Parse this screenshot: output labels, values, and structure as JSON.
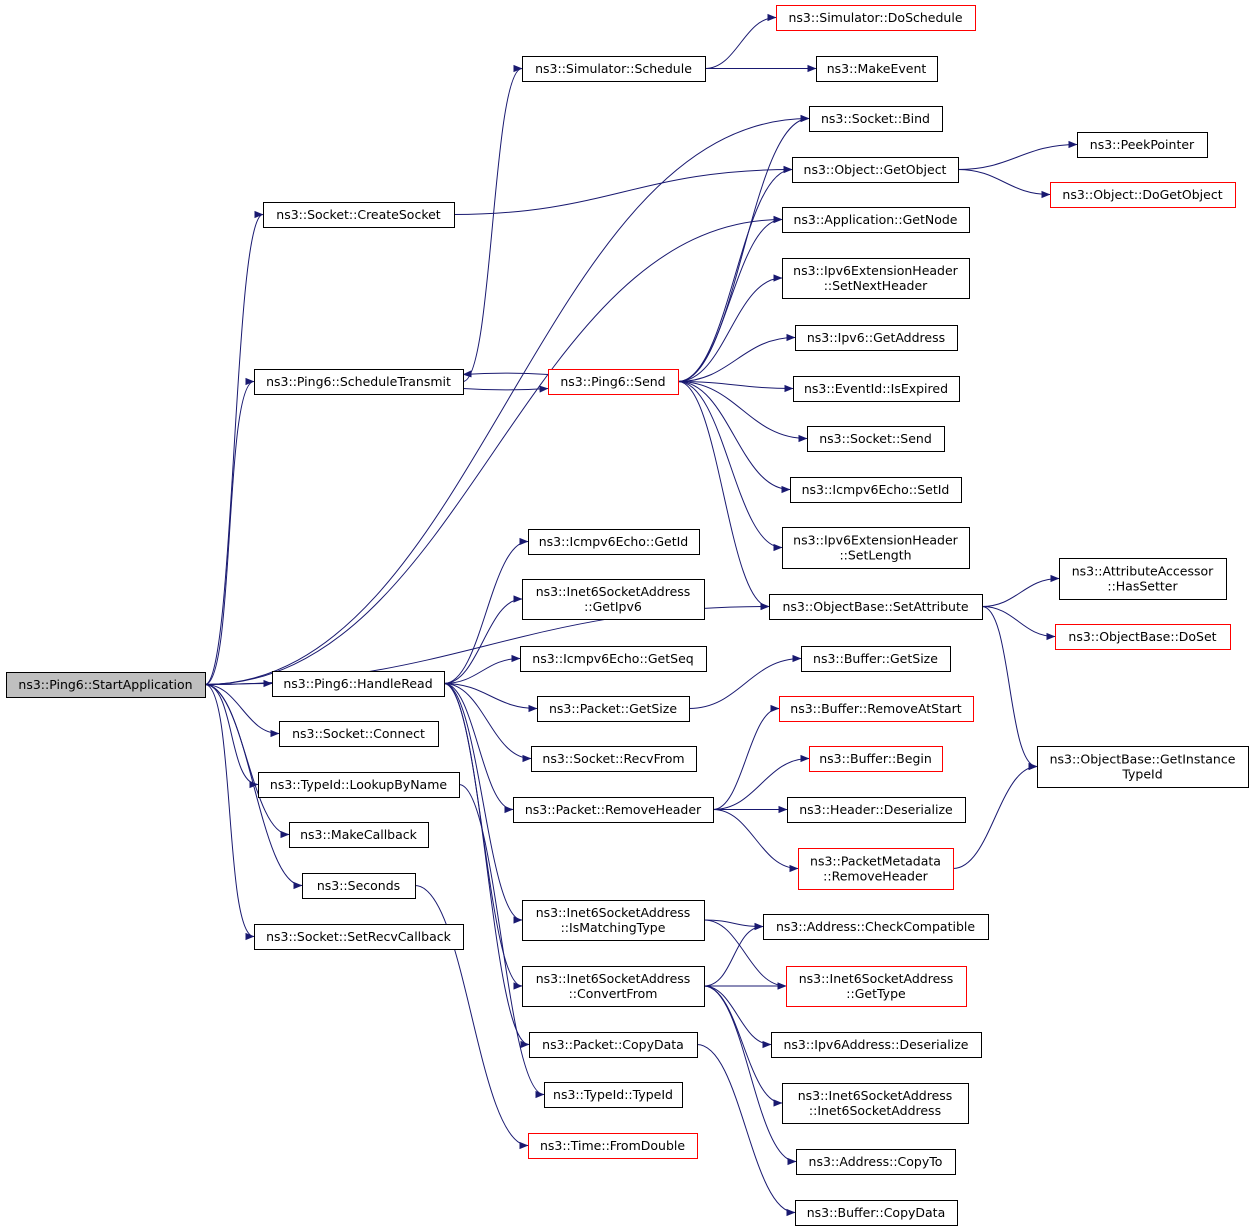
{
  "colors": {
    "edge": "#191970",
    "border_normal": "#000000",
    "border_truncated": "#ff0000",
    "fill_root": "#bfbfbf",
    "fill_node": "#ffffff"
  },
  "graph": {
    "root": "start_application",
    "nodes": [
      {
        "id": "start_application",
        "lines": [
          "ns3::Ping6::StartApplication"
        ],
        "style": "root"
      },
      {
        "id": "simulator_doschedule",
        "lines": [
          "ns3::Simulator::DoSchedule"
        ],
        "style": "truncated"
      },
      {
        "id": "simulator_schedule",
        "lines": [
          "ns3::Simulator::Schedule"
        ],
        "style": "normal"
      },
      {
        "id": "make_event",
        "lines": [
          "ns3::MakeEvent"
        ],
        "style": "normal"
      },
      {
        "id": "socket_bind",
        "lines": [
          "ns3::Socket::Bind"
        ],
        "style": "normal"
      },
      {
        "id": "peek_pointer",
        "lines": [
          "ns3::PeekPointer"
        ],
        "style": "normal"
      },
      {
        "id": "object_getobject",
        "lines": [
          "ns3::Object::GetObject"
        ],
        "style": "normal"
      },
      {
        "id": "object_dogetobject",
        "lines": [
          "ns3::Object::DoGetObject"
        ],
        "style": "truncated"
      },
      {
        "id": "socket_createsocket",
        "lines": [
          "ns3::Socket::CreateSocket"
        ],
        "style": "normal"
      },
      {
        "id": "application_getnode",
        "lines": [
          "ns3::Application::GetNode"
        ],
        "style": "normal"
      },
      {
        "id": "ipv6ext_setnextheader",
        "lines": [
          "ns3::Ipv6ExtensionHeader",
          "::SetNextHeader"
        ],
        "style": "normal"
      },
      {
        "id": "ipv6_getaddress",
        "lines": [
          "ns3::Ipv6::GetAddress"
        ],
        "style": "normal"
      },
      {
        "id": "ping6_scheduletransmit",
        "lines": [
          "ns3::Ping6::ScheduleTransmit"
        ],
        "style": "normal"
      },
      {
        "id": "ping6_send",
        "lines": [
          "ns3::Ping6::Send"
        ],
        "style": "truncated"
      },
      {
        "id": "eventid_isexpired",
        "lines": [
          "ns3::EventId::IsExpired"
        ],
        "style": "normal"
      },
      {
        "id": "socket_send",
        "lines": [
          "ns3::Socket::Send"
        ],
        "style": "normal"
      },
      {
        "id": "icmpv6echo_setid",
        "lines": [
          "ns3::Icmpv6Echo::SetId"
        ],
        "style": "normal"
      },
      {
        "id": "icmpv6echo_getid",
        "lines": [
          "ns3::Icmpv6Echo::GetId"
        ],
        "style": "normal"
      },
      {
        "id": "ipv6ext_setlength",
        "lines": [
          "ns3::Ipv6ExtensionHeader",
          "::SetLength"
        ],
        "style": "normal"
      },
      {
        "id": "attraccessor_hassetter",
        "lines": [
          "ns3::AttributeAccessor",
          "::HasSetter"
        ],
        "style": "normal"
      },
      {
        "id": "inet6_getipv6",
        "lines": [
          "ns3::Inet6SocketAddress",
          "::GetIpv6"
        ],
        "style": "normal"
      },
      {
        "id": "objectbase_setattribute",
        "lines": [
          "ns3::ObjectBase::SetAttribute"
        ],
        "style": "normal"
      },
      {
        "id": "objectbase_doset",
        "lines": [
          "ns3::ObjectBase::DoSet"
        ],
        "style": "truncated"
      },
      {
        "id": "icmpv6echo_getseq",
        "lines": [
          "ns3::Icmpv6Echo::GetSeq"
        ],
        "style": "normal"
      },
      {
        "id": "buffer_getsize",
        "lines": [
          "ns3::Buffer::GetSize"
        ],
        "style": "normal"
      },
      {
        "id": "ping6_handleread",
        "lines": [
          "ns3::Ping6::HandleRead"
        ],
        "style": "normal"
      },
      {
        "id": "packet_getsize",
        "lines": [
          "ns3::Packet::GetSize"
        ],
        "style": "normal"
      },
      {
        "id": "buffer_removeatstart",
        "lines": [
          "ns3::Buffer::RemoveAtStart"
        ],
        "style": "truncated"
      },
      {
        "id": "socket_connect",
        "lines": [
          "ns3::Socket::Connect"
        ],
        "style": "normal"
      },
      {
        "id": "socket_recvfrom",
        "lines": [
          "ns3::Socket::RecvFrom"
        ],
        "style": "normal"
      },
      {
        "id": "buffer_begin",
        "lines": [
          "ns3::Buffer::Begin"
        ],
        "style": "truncated"
      },
      {
        "id": "objectbase_getinstancetypeid",
        "lines": [
          "ns3::ObjectBase::GetInstance",
          "TypeId"
        ],
        "style": "normal"
      },
      {
        "id": "typeid_lookupbyname",
        "lines": [
          "ns3::TypeId::LookupByName"
        ],
        "style": "normal"
      },
      {
        "id": "packet_removeheader",
        "lines": [
          "ns3::Packet::RemoveHeader"
        ],
        "style": "normal"
      },
      {
        "id": "header_deserialize",
        "lines": [
          "ns3::Header::Deserialize"
        ],
        "style": "normal"
      },
      {
        "id": "make_callback",
        "lines": [
          "ns3::MakeCallback"
        ],
        "style": "normal"
      },
      {
        "id": "packetmetadata_removeheader",
        "lines": [
          "ns3::PacketMetadata",
          "::RemoveHeader"
        ],
        "style": "truncated"
      },
      {
        "id": "seconds",
        "lines": [
          "ns3::Seconds"
        ],
        "style": "normal"
      },
      {
        "id": "inet6_ismatchingtype",
        "lines": [
          "ns3::Inet6SocketAddress",
          "::IsMatchingType"
        ],
        "style": "normal"
      },
      {
        "id": "address_checkcompatible",
        "lines": [
          "ns3::Address::CheckCompatible"
        ],
        "style": "normal"
      },
      {
        "id": "socket_setrecvcallback",
        "lines": [
          "ns3::Socket::SetRecvCallback"
        ],
        "style": "normal"
      },
      {
        "id": "inet6_convertfrom",
        "lines": [
          "ns3::Inet6SocketAddress",
          "::ConvertFrom"
        ],
        "style": "normal"
      },
      {
        "id": "inet6_gettype",
        "lines": [
          "ns3::Inet6SocketAddress",
          "::GetType"
        ],
        "style": "truncated"
      },
      {
        "id": "packet_copydata",
        "lines": [
          "ns3::Packet::CopyData"
        ],
        "style": "normal"
      },
      {
        "id": "ipv6address_deserialize",
        "lines": [
          "ns3::Ipv6Address::Deserialize"
        ],
        "style": "normal"
      },
      {
        "id": "typeid_typeid",
        "lines": [
          "ns3::TypeId::TypeId"
        ],
        "style": "normal"
      },
      {
        "id": "inet6_ctor",
        "lines": [
          "ns3::Inet6SocketAddress",
          "::Inet6SocketAddress"
        ],
        "style": "normal"
      },
      {
        "id": "time_fromdouble",
        "lines": [
          "ns3::Time::FromDouble"
        ],
        "style": "truncated"
      },
      {
        "id": "address_copyto",
        "lines": [
          "ns3::Address::CopyTo"
        ],
        "style": "normal"
      },
      {
        "id": "buffer_copydata",
        "lines": [
          "ns3::Buffer::CopyData"
        ],
        "style": "normal"
      }
    ],
    "edges": [
      [
        "start_application",
        "socket_bind"
      ],
      [
        "start_application",
        "socket_createsocket"
      ],
      [
        "start_application",
        "application_getnode"
      ],
      [
        "start_application",
        "ping6_scheduletransmit"
      ],
      [
        "start_application",
        "objectbase_setattribute"
      ],
      [
        "start_application",
        "ping6_handleread"
      ],
      [
        "start_application",
        "socket_connect"
      ],
      [
        "start_application",
        "typeid_lookupbyname"
      ],
      [
        "start_application",
        "make_callback"
      ],
      [
        "start_application",
        "seconds"
      ],
      [
        "start_application",
        "socket_setrecvcallback"
      ],
      [
        "simulator_schedule",
        "simulator_doschedule"
      ],
      [
        "simulator_schedule",
        "make_event"
      ],
      [
        "object_getobject",
        "peek_pointer"
      ],
      [
        "object_getobject",
        "object_dogetobject"
      ],
      [
        "socket_createsocket",
        "object_getobject"
      ],
      [
        "ping6_scheduletransmit",
        "simulator_schedule"
      ],
      [
        "ping6_scheduletransmit",
        "ping6_send"
      ],
      [
        "ping6_send",
        "ping6_scheduletransmit"
      ],
      [
        "ping6_send",
        "socket_bind"
      ],
      [
        "ping6_send",
        "object_getobject"
      ],
      [
        "ping6_send",
        "application_getnode"
      ],
      [
        "ping6_send",
        "ipv6ext_setnextheader"
      ],
      [
        "ping6_send",
        "ipv6_getaddress"
      ],
      [
        "ping6_send",
        "eventid_isexpired"
      ],
      [
        "ping6_send",
        "socket_send"
      ],
      [
        "ping6_send",
        "icmpv6echo_setid"
      ],
      [
        "ping6_send",
        "ipv6ext_setlength"
      ],
      [
        "ping6_send",
        "objectbase_setattribute"
      ],
      [
        "objectbase_setattribute",
        "attraccessor_hassetter"
      ],
      [
        "objectbase_setattribute",
        "objectbase_doset"
      ],
      [
        "objectbase_setattribute",
        "objectbase_getinstancetypeid"
      ],
      [
        "ping6_handleread",
        "icmpv6echo_getid"
      ],
      [
        "ping6_handleread",
        "inet6_getipv6"
      ],
      [
        "ping6_handleread",
        "icmpv6echo_getseq"
      ],
      [
        "ping6_handleread",
        "packet_getsize"
      ],
      [
        "ping6_handleread",
        "socket_recvfrom"
      ],
      [
        "ping6_handleread",
        "packet_removeheader"
      ],
      [
        "ping6_handleread",
        "inet6_ismatchingtype"
      ],
      [
        "ping6_handleread",
        "inet6_convertfrom"
      ],
      [
        "ping6_handleread",
        "packet_copydata"
      ],
      [
        "packet_getsize",
        "buffer_getsize"
      ],
      [
        "packet_removeheader",
        "buffer_removeatstart"
      ],
      [
        "packet_removeheader",
        "buffer_begin"
      ],
      [
        "packet_removeheader",
        "header_deserialize"
      ],
      [
        "packet_removeheader",
        "packetmetadata_removeheader"
      ],
      [
        "packetmetadata_removeheader",
        "objectbase_getinstancetypeid"
      ],
      [
        "typeid_lookupbyname",
        "typeid_typeid"
      ],
      [
        "seconds",
        "time_fromdouble"
      ],
      [
        "inet6_ismatchingtype",
        "address_checkcompatible"
      ],
      [
        "inet6_ismatchingtype",
        "inet6_gettype"
      ],
      [
        "inet6_convertfrom",
        "address_checkcompatible"
      ],
      [
        "inet6_convertfrom",
        "inet6_gettype"
      ],
      [
        "inet6_convertfrom",
        "ipv6address_deserialize"
      ],
      [
        "inet6_convertfrom",
        "inet6_ctor"
      ],
      [
        "inet6_convertfrom",
        "address_copyto"
      ],
      [
        "packet_copydata",
        "buffer_copydata"
      ]
    ]
  }
}
